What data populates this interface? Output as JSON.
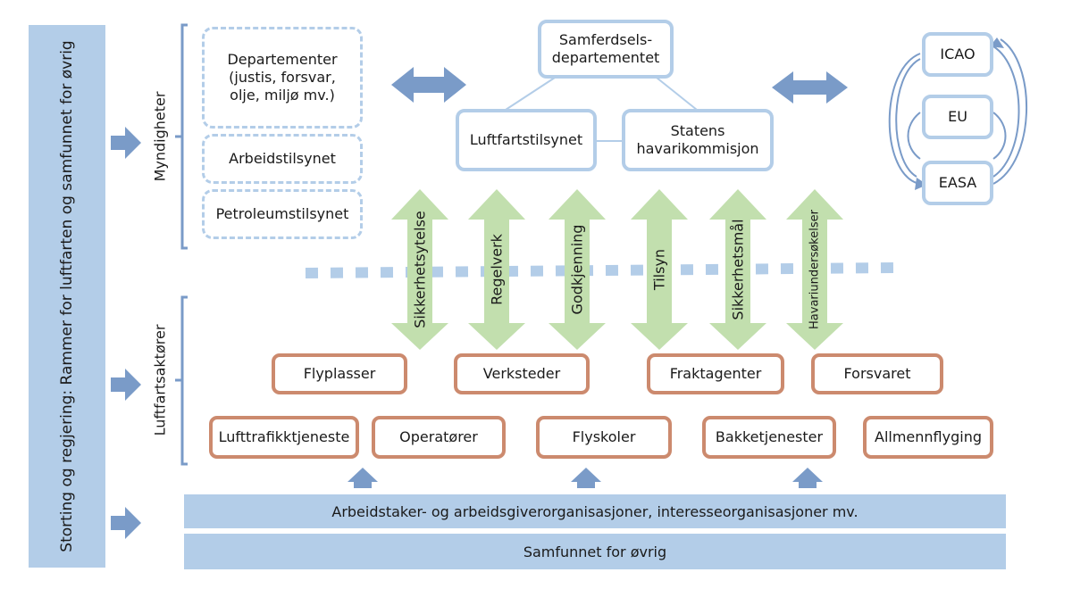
{
  "left_banner": "Storting og regjering: Rammer for luftfarten og samfunnet for øvrig",
  "sections": {
    "authorities": "Myndigheter",
    "actors": "Luftfartsaktører"
  },
  "authority_boxes": {
    "departementer": "Departementer\n(justis, forsvar,\nolje, miljø mv.)",
    "arbeidstilsynet": "Arbeidstilsynet",
    "petroleumstilsynet": "Petroleumstilsynet",
    "samferdsel": "Samferdsels-\ndepartementet",
    "luftfartstilsynet": "Luftfartstilsynet",
    "havarikommisjon": "Statens\nhavarikommisjon"
  },
  "international": [
    "ICAO",
    "EU",
    "EASA"
  ],
  "interaction_arrows": [
    "Sikkerhetsytelse",
    "Regelverk",
    "Godkjenning",
    "Tilsyn",
    "Sikkerhetsmål",
    "Havariundersøkelser"
  ],
  "actors_row1": [
    "Flyplasser",
    "Verksteder",
    "Fraktagenter",
    "Forsvaret"
  ],
  "actors_row2": [
    "Lufttrafikktjeneste",
    "Operatører",
    "Flyskoler",
    "Bakketjenester",
    "Allmennflyging"
  ],
  "bottom_bars": {
    "organisations": "Arbeidstaker- og arbeidsgiverorganisasjoner, interesseorganisasjoner mv.",
    "society": "Samfunnet for øvrig"
  },
  "colors": {
    "blue_light": "#b3cde8",
    "blue_arrow": "#7a9bc8",
    "green_arrow": "#c2dfae",
    "orange_border": "#cc8a6e"
  }
}
